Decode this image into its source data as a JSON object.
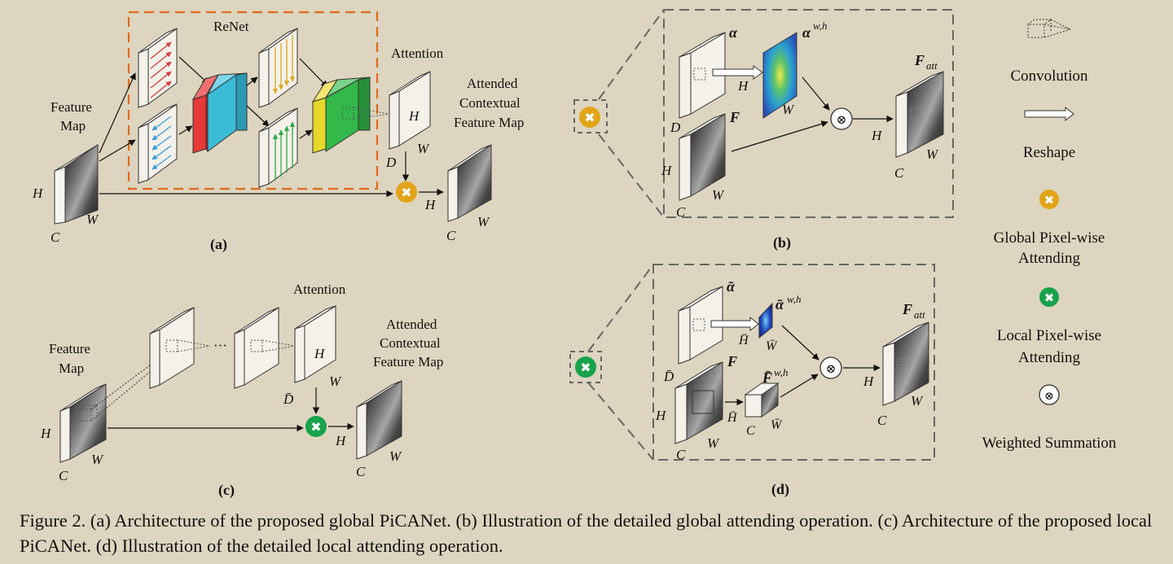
{
  "panels": {
    "a": {
      "label": "(a)",
      "renet": "ReNet",
      "attention": "Attention",
      "feature_map": [
        "Feature",
        "Map"
      ],
      "attended": [
        "Attended",
        "Contextual",
        "Feature Map"
      ],
      "dims": {
        "H": "H",
        "W": "W",
        "C": "C",
        "D": "D"
      }
    },
    "b": {
      "label": "(b)",
      "alpha": "α",
      "alpha_wh_base": "α",
      "alpha_wh_sup": "w,h",
      "F": "F",
      "F_att_base": "F",
      "F_att_sub": "att",
      "dims": {
        "H": "H",
        "W": "W",
        "C": "C",
        "D": "D"
      }
    },
    "c": {
      "label": "(c)",
      "attention": "Attention",
      "feature_map": [
        "Feature",
        "Map"
      ],
      "attended": [
        "Attended",
        "Contextual",
        "Feature Map"
      ],
      "ellipsis": "···",
      "dims": {
        "H": "H",
        "W": "W",
        "C": "C",
        "Dbar": "D̄"
      }
    },
    "d": {
      "label": "(d)",
      "alpha_bar": "ᾱ",
      "alpha_bar_wh_base": "ᾱ",
      "alpha_bar_wh_sup": "w,h",
      "F": "F",
      "F_bar_wh_base": "F̄",
      "F_bar_wh_sup": "w,h",
      "F_att_base": "F",
      "F_att_sub": "att",
      "dims": {
        "H": "H",
        "W": "W",
        "C": "C",
        "Dbar": "D̄",
        "Hbar": "H̄",
        "Wbar": "W̄"
      }
    }
  },
  "legend": {
    "convolution": "Convolution",
    "reshape": "Reshape",
    "global": [
      "Global Pixel-wise",
      "Attending"
    ],
    "local": [
      "Local Pixel-wise",
      "Attending"
    ],
    "weighted": "Weighted Summation"
  },
  "colors": {
    "background": "#ddd5bf",
    "global_attending": "#e2a418",
    "local_attending": "#17a34a",
    "renet_box": "#e06a1c",
    "red_layer": "#e83838",
    "cyan_layer": "#3bbcd6",
    "yellow_layer": "#e8d82a",
    "green_layer": "#33b84a"
  },
  "caption": "Figure 2. (a) Architecture of the proposed global PiCANet. (b) Illustration of the detailed global attending operation. (c) Architecture of the proposed local PiCANet. (d) Illustration of the detailed local attending operation."
}
